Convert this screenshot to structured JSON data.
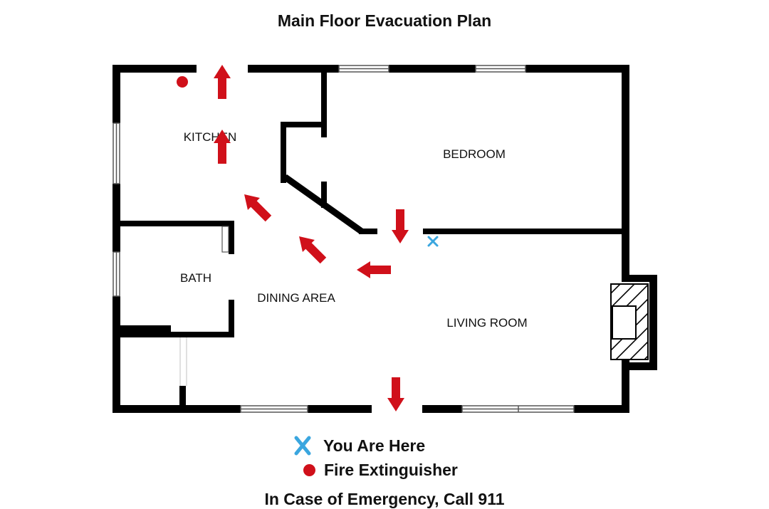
{
  "title": "Main Floor Evacuation Plan",
  "rooms": {
    "kitchen": "KITCHEN",
    "bedroom": "BEDROOM",
    "bath": "BATH",
    "dining": "DINING AREA",
    "living": "LIVING ROOM"
  },
  "legend": {
    "you_are_here_label": "You Are Here",
    "fire_extinguisher_label": "Fire Extinguisher"
  },
  "footer": "In Case of Emergency, Call 911",
  "icons": {
    "you_are_here": "x-marker-icon",
    "fire_extinguisher": "fire-extinguisher-icon",
    "exit_route": "arrow-icon",
    "fireplace": "fireplace-icon",
    "window": "window-icon"
  },
  "colors": {
    "walls": "#000000",
    "arrows": "#d0101a",
    "extinguisher": "#d0101a",
    "you_are_here": "#3aa6df"
  }
}
